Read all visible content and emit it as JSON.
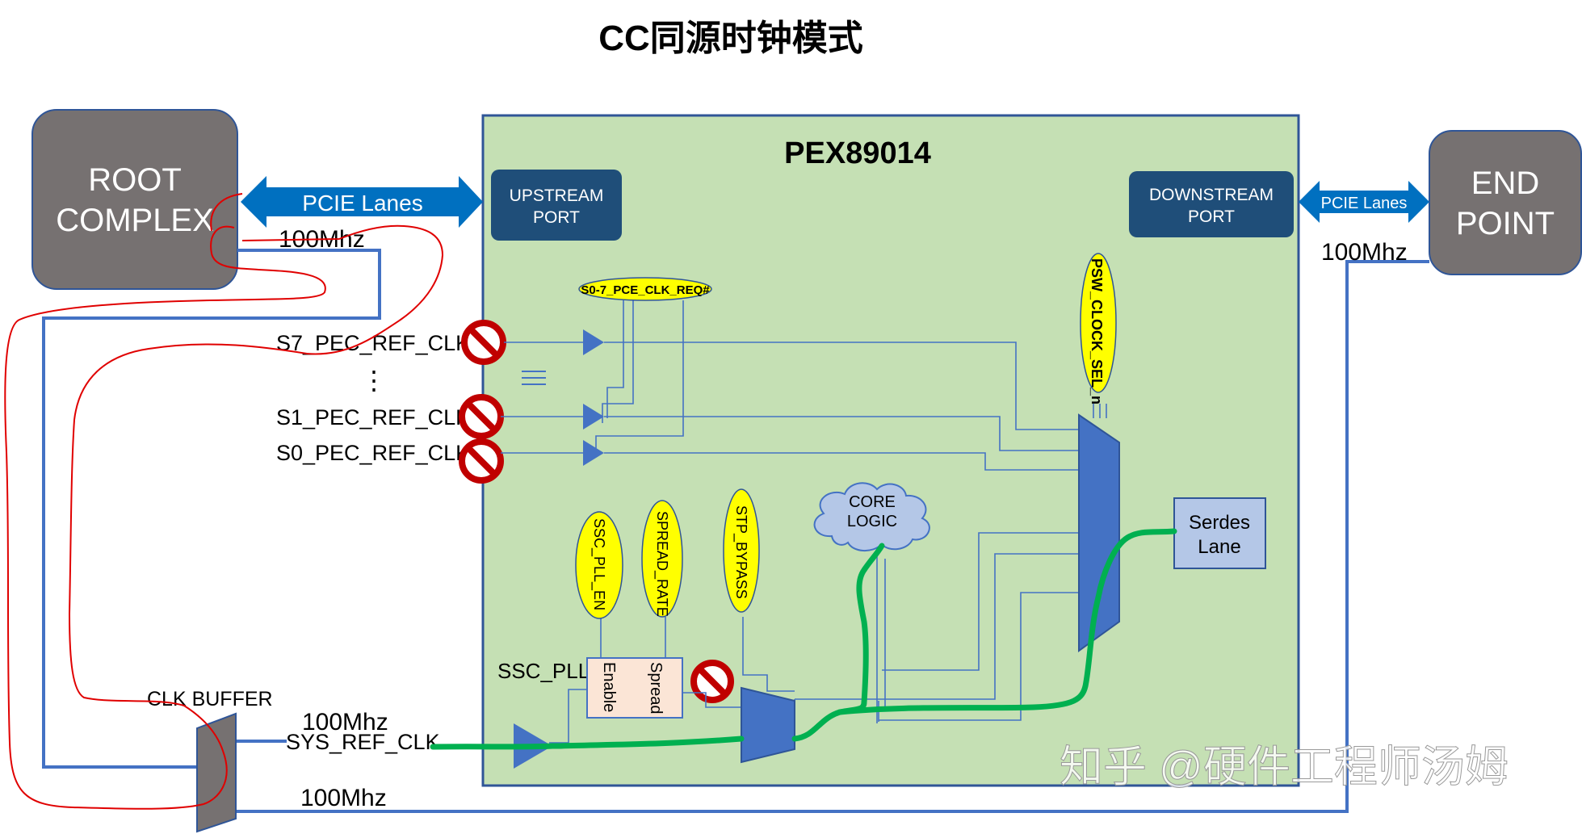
{
  "title": "CC同源时钟模式",
  "chip": {
    "name": "PEX89014"
  },
  "root_complex": {
    "line1": "ROOT",
    "line2": "COMPLEX"
  },
  "end_point": {
    "line1": "END",
    "line2": "POINT"
  },
  "upstream_port": {
    "line1": "UPSTREAM",
    "line2": "PORT"
  },
  "downstream_port": {
    "line1": "DOWNSTREAM",
    "line2": "PORT"
  },
  "pcie_lanes_left": "PCIE Lanes",
  "pcie_lanes_right": "PCIE Lanes",
  "freq": {
    "rc_out": "100Mhz",
    "ep_in": "100Mhz",
    "buffer_in": "100Mhz",
    "buffer_out": "100Mhz"
  },
  "ref_clocks": [
    "S7_PEC_REF_CLK",
    "S1_PEC_REF_CLK",
    "S0_PEC_REF_CLK"
  ],
  "ellipsis_mark": "⋮",
  "signals": {
    "clk_req": "S0-7_PCE_CLK_REQ#",
    "psw_clock_sel": "PSW_CLOCK_SEL_n",
    "ssc_pll_en": "SSC_PLL_EN",
    "spread_rate": "SPREAD_RATE",
    "stp_bypass": "STP_BYPASS"
  },
  "core_logic": {
    "line1": "CORE",
    "line2": "LOGIC"
  },
  "serdes": {
    "line1": "Serdes",
    "line2": "Lane"
  },
  "ssc_pll": {
    "label": "SSC_PLL",
    "enable": "Enable",
    "spread": "Spread"
  },
  "clk_buffer": "CLK BUFFER",
  "sys_ref_clk": "SYS_REF_CLK",
  "watermark": "知乎 @硬件工程师汤姆",
  "colors": {
    "chip_bg": "#c5e0b4",
    "chip_border": "#2f5597",
    "gray_block": "#767171",
    "port_block": "#1f4e79",
    "arrow_blue": "#0070c0",
    "wire_blue": "#4472c4",
    "signal_yellow": "#ffff00",
    "green_path": "#00b050",
    "red_annotation": "#e00000",
    "serdes_fill": "#b4c7e7",
    "pll_fill": "#fbe5d6",
    "cloud_fill": "#b4c7e7"
  }
}
